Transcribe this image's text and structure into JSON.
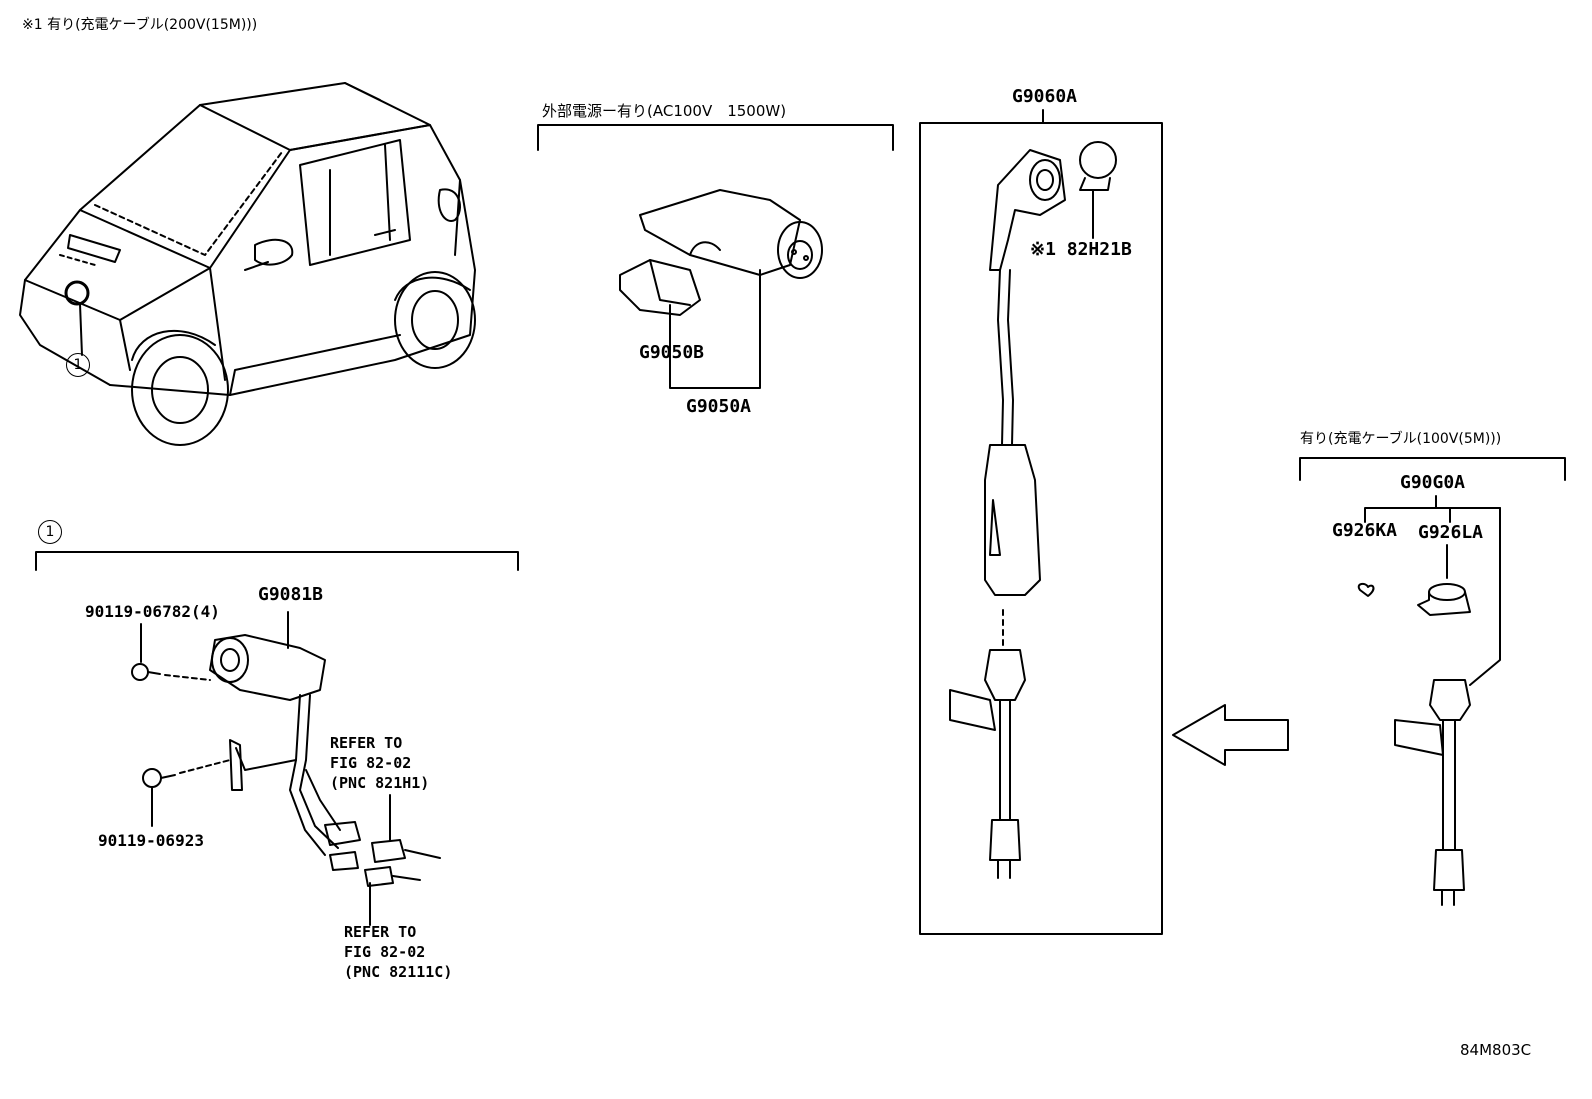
{
  "header_note": "※1 有り(充電ケーブル(200V(15M)))",
  "car": {
    "callout": "1"
  },
  "ac_group": {
    "title": "外部電源ー有り(AC100V　1500W)",
    "parts": [
      "G9050B",
      "G9050A"
    ]
  },
  "cable_200v": {
    "part": "G9060A",
    "cap_part": "※1 82H21B"
  },
  "cable_100v_group": {
    "title": "有り(充電ケーブル(100V(5M)))",
    "part": "G90G0A",
    "sub_parts": [
      "G926KA",
      "G926LA"
    ]
  },
  "detail_1": {
    "callout": "1",
    "main_part": "G9081B",
    "bolt_1": "90119-06782(4)",
    "bolt_2": "90119-06923",
    "ref_1": "REFER TO\nFIG 82-02\n(PNC 821H1)",
    "ref_2": "REFER TO\nFIG 82-02\n(PNC 82111C)"
  },
  "diagram_code": "84M803C",
  "colors": {
    "line": "#000000",
    "background": "#ffffff"
  }
}
